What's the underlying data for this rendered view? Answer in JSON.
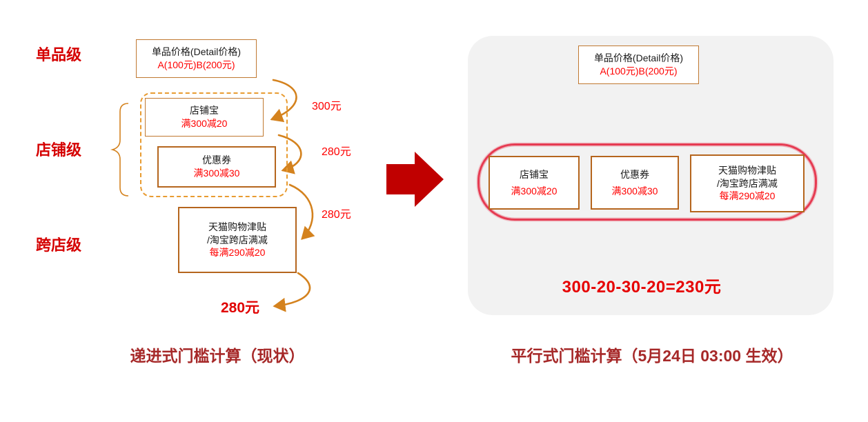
{
  "colors": {
    "rule_red": "#ff0000",
    "level_label_red": "#d50000",
    "title_dark_red": "#a62828",
    "box_border_brown": "#b5651d",
    "arrow_orange": "#d4821e",
    "big_arrow_red": "#c00000",
    "down_arrow_brown": "#b5491a",
    "panel_gray": "#f2f2f2",
    "scribble_red": "#e63b52"
  },
  "left": {
    "levels": {
      "item": "单品级",
      "shop": "店铺级",
      "cross": "跨店级"
    },
    "detail_box": {
      "line1": "单品价格(Detail价格)",
      "line2": "A(100元)B(200元)"
    },
    "shop_boxes": [
      {
        "name": "店铺宝",
        "rule": "满300减20"
      },
      {
        "name": "优惠券",
        "rule": "满300减30"
      }
    ],
    "cross_box": {
      "line1": "天猫购物津贴",
      "line2": "/淘宝跨店满减",
      "rule": "每满290减20"
    },
    "arrow_labels": [
      "300元",
      "280元",
      "280元"
    ],
    "final_amount": "280元",
    "title": "递进式门槛计算（现状）"
  },
  "right": {
    "detail_box": {
      "line1": "单品价格(Detail价格)",
      "line2": "A(100元)B(200元)"
    },
    "parallel_boxes": [
      {
        "name": "店铺宝",
        "rule": "满300减20"
      },
      {
        "name": "优惠券",
        "rule": "满300减30"
      }
    ],
    "cross_box": {
      "line1": "天猫购物津贴",
      "line2": "/淘宝跨店满减",
      "rule": "每满290减20"
    },
    "formula": "300-20-30-20=230元",
    "title": "平行式门槛计算（5月24日 03:00 生效）"
  }
}
